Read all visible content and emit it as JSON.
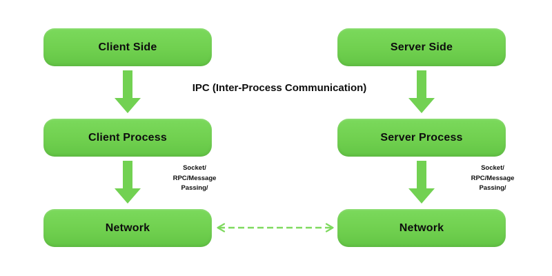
{
  "title": "IPC (Inter-Process Communication)",
  "client": {
    "side_label": "Client Side",
    "process_label": "Client Process",
    "network_label": "Network",
    "socket_lines": [
      "Socket/",
      "RPC/Message",
      "Passing/"
    ]
  },
  "server": {
    "side_label": "Server Side",
    "process_label": "Server Process",
    "network_label": "Network",
    "socket_lines": [
      "Socket/",
      "RPC/Message",
      "Passing/"
    ]
  },
  "colors": {
    "box_green": "#70d04f",
    "box_green_light": "#7bd95c",
    "box_green_dark": "#63c545",
    "arrow_green": "#72d152",
    "dashed_green": "#7ed95e",
    "text": "#0d0d0d",
    "background": "#ffffff"
  }
}
